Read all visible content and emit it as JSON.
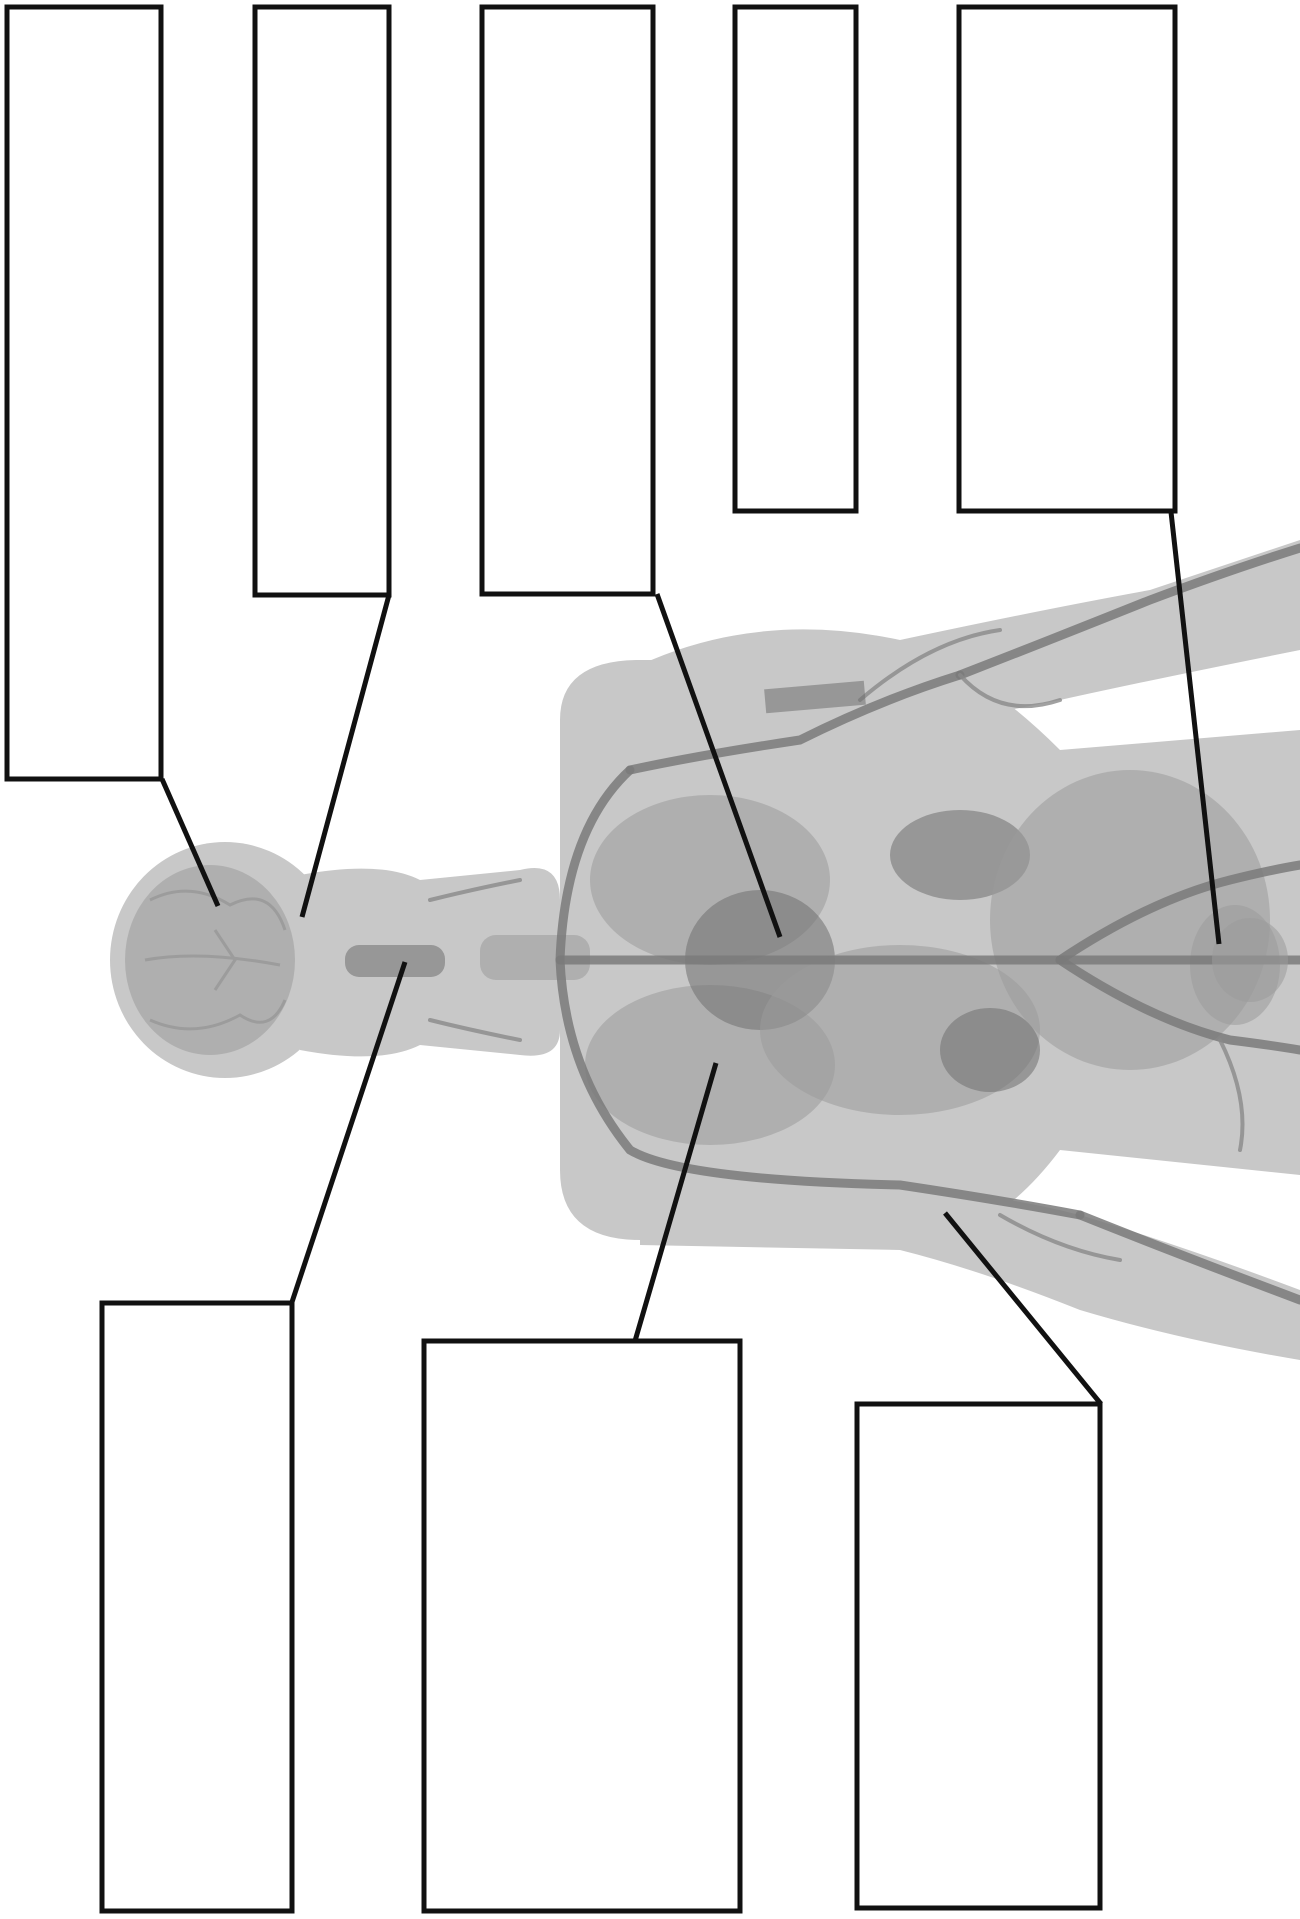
{
  "labels": [
    {
      "id": "label-1",
      "text": ""
    },
    {
      "id": "label-2",
      "text": ""
    },
    {
      "id": "label-3",
      "text": ""
    },
    {
      "id": "label-4",
      "text": ""
    },
    {
      "id": "label-5",
      "text": ""
    },
    {
      "id": "label-6",
      "text": ""
    },
    {
      "id": "label-7",
      "text": ""
    },
    {
      "id": "label-8",
      "text": ""
    }
  ],
  "colors": {
    "box_stroke": "#111111",
    "body": "#c8c8c8",
    "vessels": "#7a7a7a"
  },
  "icons": [
    "human-body-anatomy-illustration"
  ]
}
